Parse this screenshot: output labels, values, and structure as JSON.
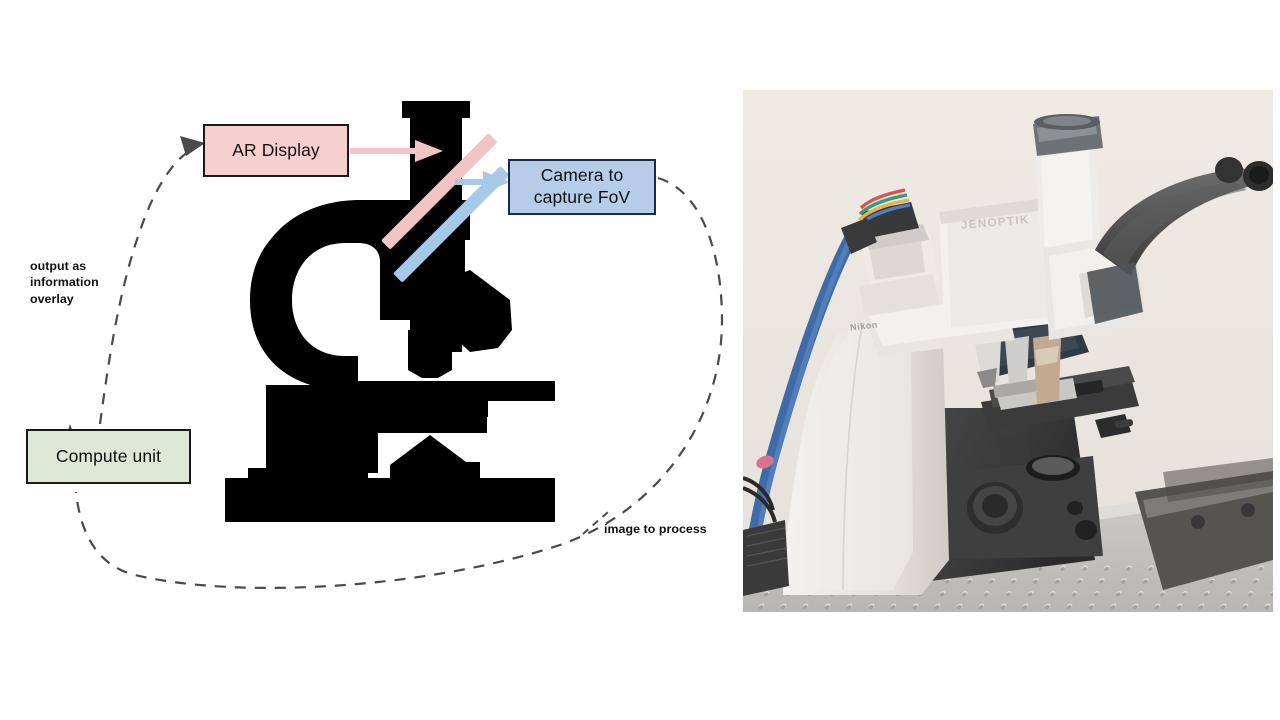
{
  "figure": {
    "panels": [
      "diagram",
      "photo"
    ],
    "background_color": "#ffffff"
  },
  "diagram": {
    "boxes": [
      {
        "id": "ar-display",
        "label": "AR Display",
        "fill": "#f6d0d1",
        "stroke": "#111111"
      },
      {
        "id": "camera",
        "label": "Camera to\ncapture FoV",
        "label_line1": "Camera to",
        "label_line2": "capture FoV",
        "fill": "#b5cde8",
        "stroke": "#1a2a4a"
      },
      {
        "id": "compute-unit",
        "label": "Compute unit",
        "fill": "#dde9d6",
        "stroke": "#111111"
      }
    ],
    "labels": {
      "output_overlay": "output as\ninformation\noverlay",
      "output_overlay_line1": "output as",
      "output_overlay_line2": "information",
      "output_overlay_line3": "overlay",
      "image_to_process": "image to process"
    },
    "arrows": [
      {
        "id": "ar-to-beamsplitter",
        "color": "#f3c4c6",
        "from": "ar-display",
        "to": "microscope-tube"
      },
      {
        "id": "beamsplitter-to-camera",
        "color": "#a8c8ea",
        "from": "microscope-tube",
        "to": "camera"
      }
    ],
    "beamsplitters": [
      {
        "id": "ar-beamsplitter",
        "color": "#f3c4c6",
        "angle_deg": 45
      },
      {
        "id": "camera-beamsplitter",
        "color": "#a8c8ea",
        "angle_deg": 45
      }
    ],
    "dashed_loop": {
      "stroke": "#4a4a4a",
      "style": "dashed",
      "from": "camera",
      "through": "compute-unit",
      "to": "ar-display"
    },
    "microscope_silhouette": {
      "color": "#000000",
      "description": "side view microscope silhouette"
    }
  },
  "photo": {
    "background_color": "#ece7e1",
    "brands": {
      "camera_module": "JENOPTIK",
      "microscope_body": "Nikon"
    },
    "scene": {
      "table": "optical breadboard",
      "cable_color": "#3f6ba8",
      "microscope_base_color": "#3c3c3c",
      "microscope_body_color": "#e9e6e1"
    }
  }
}
